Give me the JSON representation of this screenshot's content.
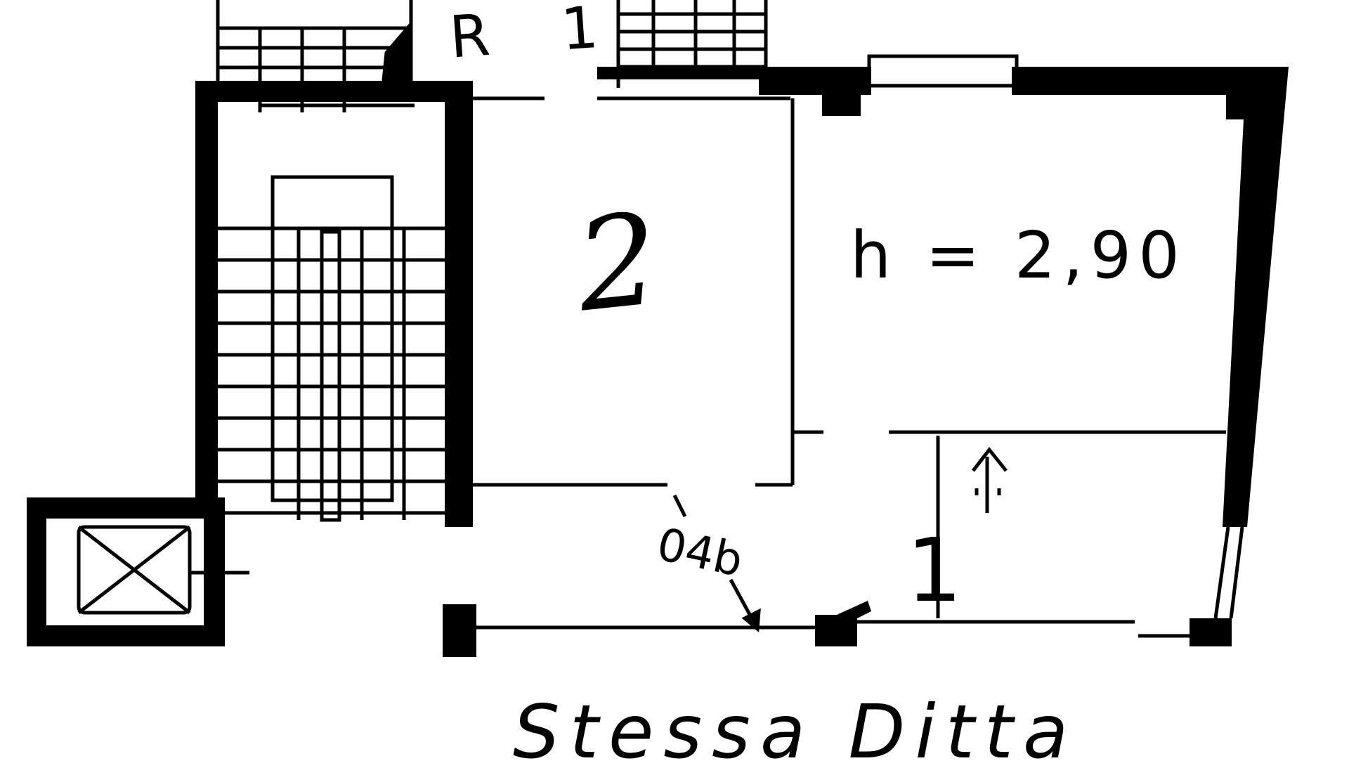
{
  "labels": {
    "r1": "R 1",
    "room_2": "2",
    "height": "h = 2,90",
    "room_1": "1",
    "code": "04b",
    "caption": "Stessa Ditta"
  },
  "colors": {
    "wall": "#000000",
    "background": "#ffffff"
  }
}
